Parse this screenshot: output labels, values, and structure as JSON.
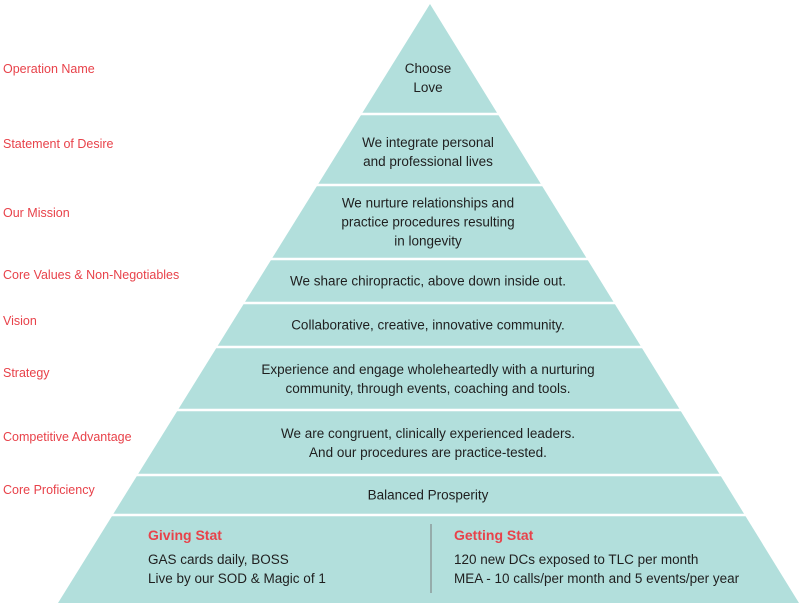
{
  "colors": {
    "tier_fill": "#b2dfdc",
    "separator": "#ffffff",
    "label": "#e8424a",
    "text": "#1f1f1f",
    "divider": "#7a7a7a"
  },
  "labels": {
    "operation_name": "Operation Name",
    "statement_of_desire": "Statement of Desire",
    "our_mission": "Our Mission",
    "core_values": "Core Values & Non-Negotiables",
    "vision": "Vision",
    "strategy": "Strategy",
    "competitive_advantage": "Competitive Advantage",
    "core_proficiency": "Core Proficiency"
  },
  "tiers": {
    "operation_name": {
      "line1": "Choose",
      "line2": "Love"
    },
    "statement_of_desire": {
      "line1": "We integrate personal",
      "line2": "and professional lives"
    },
    "our_mission": {
      "line1": "We nurture relationships and",
      "line2": "practice procedures resulting",
      "line3": "in longevity"
    },
    "core_values": {
      "line1": "We share chiropractic, above down inside out."
    },
    "vision": {
      "line1": "Collaborative, creative, innovative community."
    },
    "strategy": {
      "line1": "Experience and engage wholeheartedly with a nurturing",
      "line2": "community, through events, coaching and tools."
    },
    "competitive_advantage": {
      "line1": "We are congruent, clinically experienced leaders.",
      "line2": "And our procedures are practice-tested."
    },
    "core_proficiency": {
      "line1": "Balanced Prosperity"
    }
  },
  "base": {
    "giving": {
      "title": "Giving Stat",
      "line1": "GAS cards daily, BOSS",
      "line2": "Live by our SOD & Magic of 1"
    },
    "getting": {
      "title": "Getting Stat",
      "line1": "120 new DCs exposed to TLC per month",
      "line2": "MEA - 10 calls/per month and 5 events/per year"
    }
  }
}
